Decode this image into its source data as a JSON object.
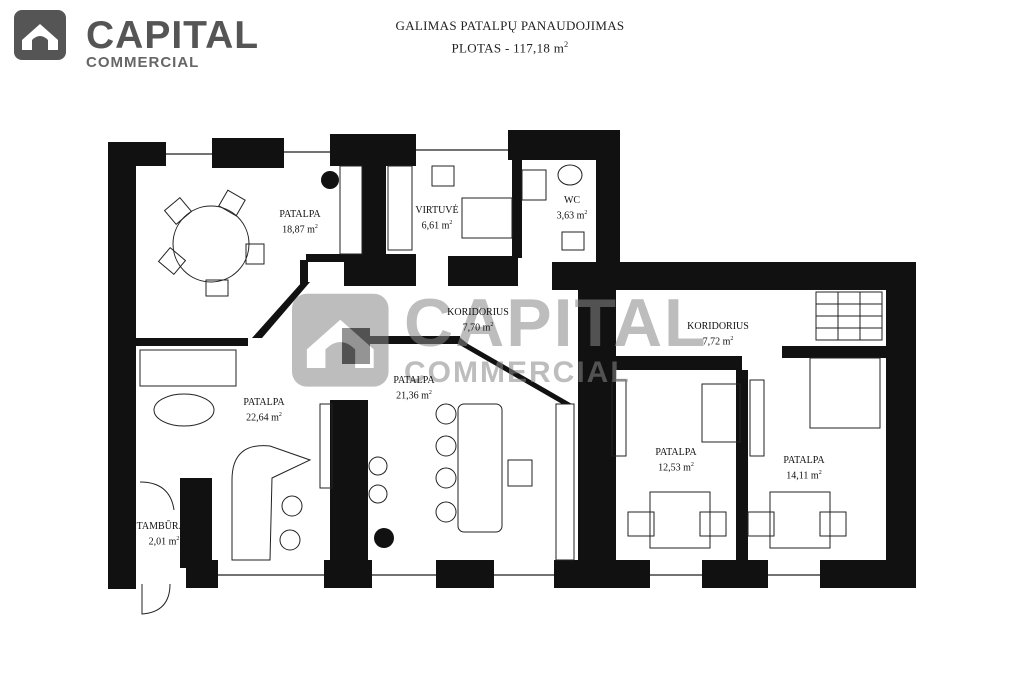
{
  "logo": {
    "main": "CAPITAL",
    "sub": "COMMERCIAL"
  },
  "header": {
    "title_line1": "GALIMAS PATALPŲ PANAUDOJIMAS",
    "title_line2_prefix": "PLOTAS - 117,18 m",
    "title_line2_sup": "2"
  },
  "rooms": {
    "patalpa_1": {
      "name": "PATALPA",
      "area": "18,87 m",
      "sup": "2"
    },
    "virtuve": {
      "name": "VIRTUVĖ",
      "area": "6,61 m",
      "sup": "2"
    },
    "wc": {
      "name": "WC",
      "area": "3,63 m",
      "sup": "2"
    },
    "koridorius_1": {
      "name": "KORIDORIUS",
      "area": "7,70 m",
      "sup": "2"
    },
    "koridorius_2": {
      "name": "KORIDORIUS",
      "area": "7,72 m",
      "sup": "2"
    },
    "patalpa_2": {
      "name": "PATALPA",
      "area": "22,64 m",
      "sup": "2"
    },
    "patalpa_3": {
      "name": "PATALPA",
      "area": "21,36 m",
      "sup": "2"
    },
    "patalpa_4": {
      "name": "PATALPA",
      "area": "12,53 m",
      "sup": "2"
    },
    "patalpa_5": {
      "name": "PATALPA",
      "area": "14,11 m",
      "sup": "2"
    },
    "tamburas": {
      "name": "TAMBŪRAS",
      "area": "2,01 m",
      "sup": "2"
    }
  },
  "watermark": {
    "main": "CAPITAL",
    "sub": "COMMERCIAL"
  },
  "colors": {
    "wall": "#111111",
    "logo": "#555555",
    "watermark": "#888888"
  }
}
